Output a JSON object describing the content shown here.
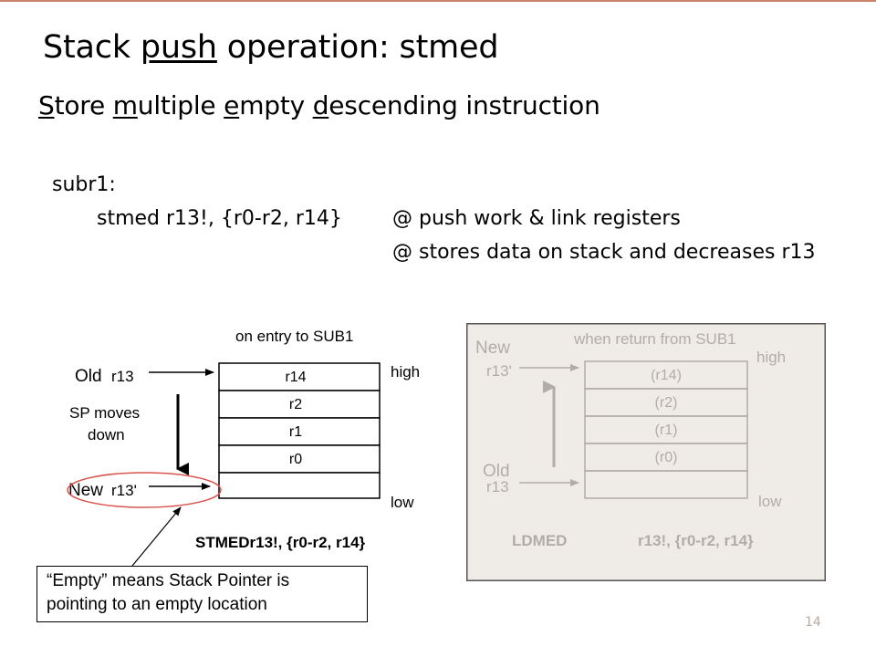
{
  "slide": {
    "title_prefix": "Stack ",
    "title_underlined": "push",
    "title_suffix": " operation:   stmed",
    "subtitle": [
      {
        "u": "S",
        "r": "tore "
      },
      {
        "u": "m",
        "r": "ultiple "
      },
      {
        "u": "e",
        "r": "mpty "
      },
      {
        "u": "d",
        "r": "escending instruction"
      }
    ],
    "code": {
      "label": "subr1:",
      "instruction": "stmed  r13!, {r0-r2, r14}",
      "comment_1": "@ push work & link registers",
      "comment_2": "@ stores data on stack and decreases r13"
    },
    "page_number": "14"
  },
  "left_diagram": {
    "caption": "on entry to SUB1",
    "old_label": "Old",
    "old_reg": "r13",
    "sp_moves_line1": "SP moves",
    "sp_moves_line2": "down",
    "new_label": "New",
    "new_reg": "r13'",
    "high_label": "high",
    "low_label": "low",
    "cells": [
      "r14",
      "r2",
      "r1",
      "r0",
      ""
    ],
    "instruction": "STMEDr13!, {r0-r2, r14}"
  },
  "right_diagram": {
    "caption": "when return from SUB1",
    "new_label": "New",
    "new_reg": "r13'",
    "old_label": "Old",
    "old_reg": "r13",
    "high_label": "high",
    "low_label": "low",
    "cells": [
      "(r14)",
      "(r2)",
      "(r1)",
      "(r0)",
      ""
    ],
    "instruction_op": "LDMED",
    "instruction_args": "r13!, {r0-r2, r14}"
  },
  "callout": {
    "line1": "“Empty” means Stack Pointer is",
    "line2": "pointing to  an empty location"
  },
  "colors": {
    "title_rule": "#c8836a",
    "faded_panel_bg": "#efece8",
    "faded_ink": "#b3aca6",
    "highlight_ellipse": "#d9534f"
  }
}
